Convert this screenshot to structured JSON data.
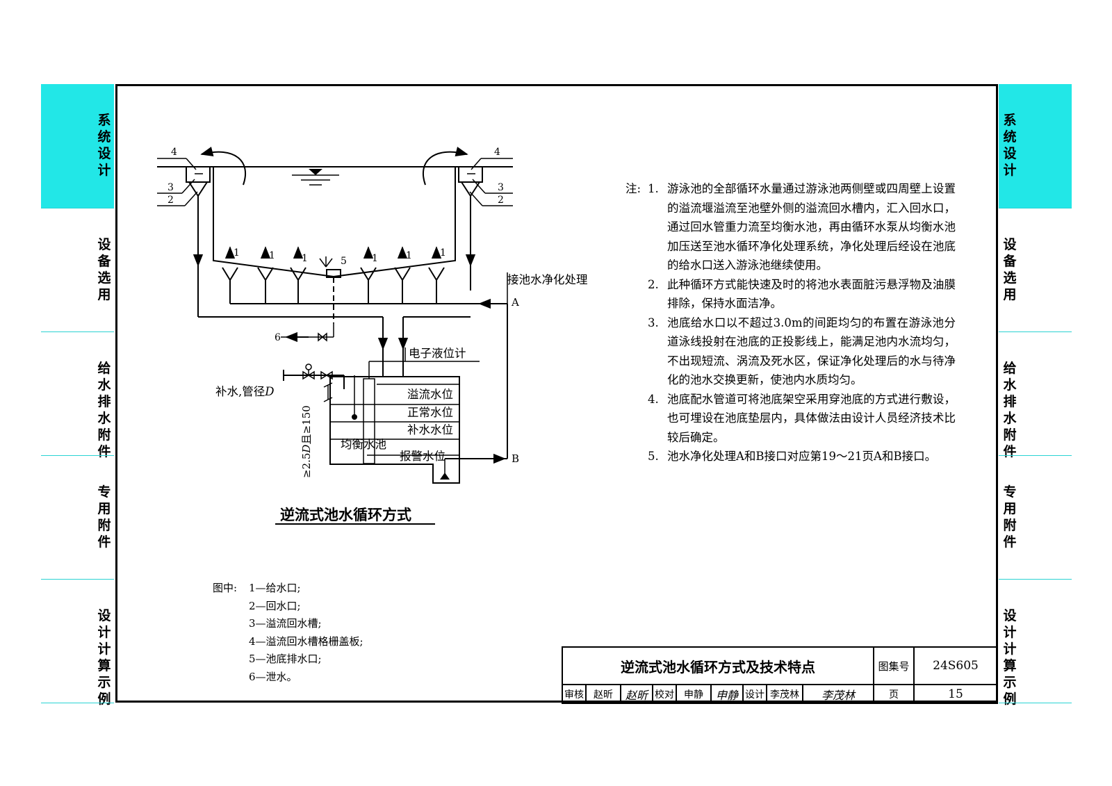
{
  "side_tabs": [
    {
      "label": "系统设计",
      "active": true
    },
    {
      "label": "设备选用",
      "active": false
    },
    {
      "label": "给水排水附件",
      "active": false
    },
    {
      "label": "专用附件",
      "active": false
    },
    {
      "label": "设计计算示例",
      "active": false
    }
  ],
  "colors": {
    "tab_active": "#22e7e7",
    "tab_line": "#29d3d3"
  },
  "diagram": {
    "title": "逆流式池水循环方式",
    "labels": {
      "n1": "1",
      "n2": "2",
      "n3": "3",
      "n4": "4",
      "n5": "5",
      "n6": "6",
      "to_treatment": "接池水净化处理",
      "port_a": "A",
      "port_b": "B",
      "level_meter": "电子液位计",
      "makeup": "补水,管径",
      "makeup_d": "D",
      "overflow_level": "溢流水位",
      "normal_level": "正常水位",
      "makeup_level": "补水水位",
      "balance_tank": "均衡水池",
      "alarm_level": "报警水位",
      "height_note_a": "≥2.5",
      "height_note_d": "D",
      "height_note_b": "且≥150"
    }
  },
  "notes": {
    "head": "注:",
    "items": [
      {
        "num": "1.",
        "text": "游泳池的全部循环水量通过游泳池两侧壁或四周壁上设置的溢流堰溢流至池壁外侧的溢流回水槽内，汇入回水口，通过回水管重力流至均衡水池，再由循环水泵从均衡水池加压送至池水循环净化处理系统，净化处理后经设在池底的给水口送入游泳池继续使用。"
      },
      {
        "num": "2.",
        "text": "此种循环方式能快速及时的将池水表面脏污悬浮物及油膜排除，保持水面洁净。"
      },
      {
        "num": "3.",
        "text": "池底给水口以不超过3.0m的间距均匀的布置在游泳池分道泳线投射在池底的正投影线上，能满足池内水流均匀，不出现短流、涡流及死水区，保证净化处理后的水与待净化的池水交换更新，使池内水质均匀。"
      },
      {
        "num": "4.",
        "text": "池底配水管道可将池底架空采用穿池底的方式进行敷设，也可埋设在池底垫层内，具体做法由设计人员经济技术比较后确定。"
      },
      {
        "num": "5.",
        "text": "池水净化处理A和B接口对应第19～21页A和B接口。"
      }
    ]
  },
  "legend": {
    "head": "图中:",
    "items": [
      "1—给水口;",
      "2—回水口;",
      "3—溢流回水槽;",
      "4—溢流回水槽格栅盖板;",
      "5—池底排水口;",
      "6—泄水。"
    ]
  },
  "title_block": {
    "title": "逆流式池水循环方式及技术特点",
    "atlas_label": "图集号",
    "atlas_no": "24S605",
    "review_label": "审核",
    "review_name": "赵昕",
    "review_sign": "赵昕",
    "check_label": "校对",
    "check_name": "申静",
    "check_sign": "申静",
    "design_label": "设计",
    "design_name": "李茂林",
    "design_sign": "李茂林",
    "page_label": "页",
    "page_no": "15"
  }
}
